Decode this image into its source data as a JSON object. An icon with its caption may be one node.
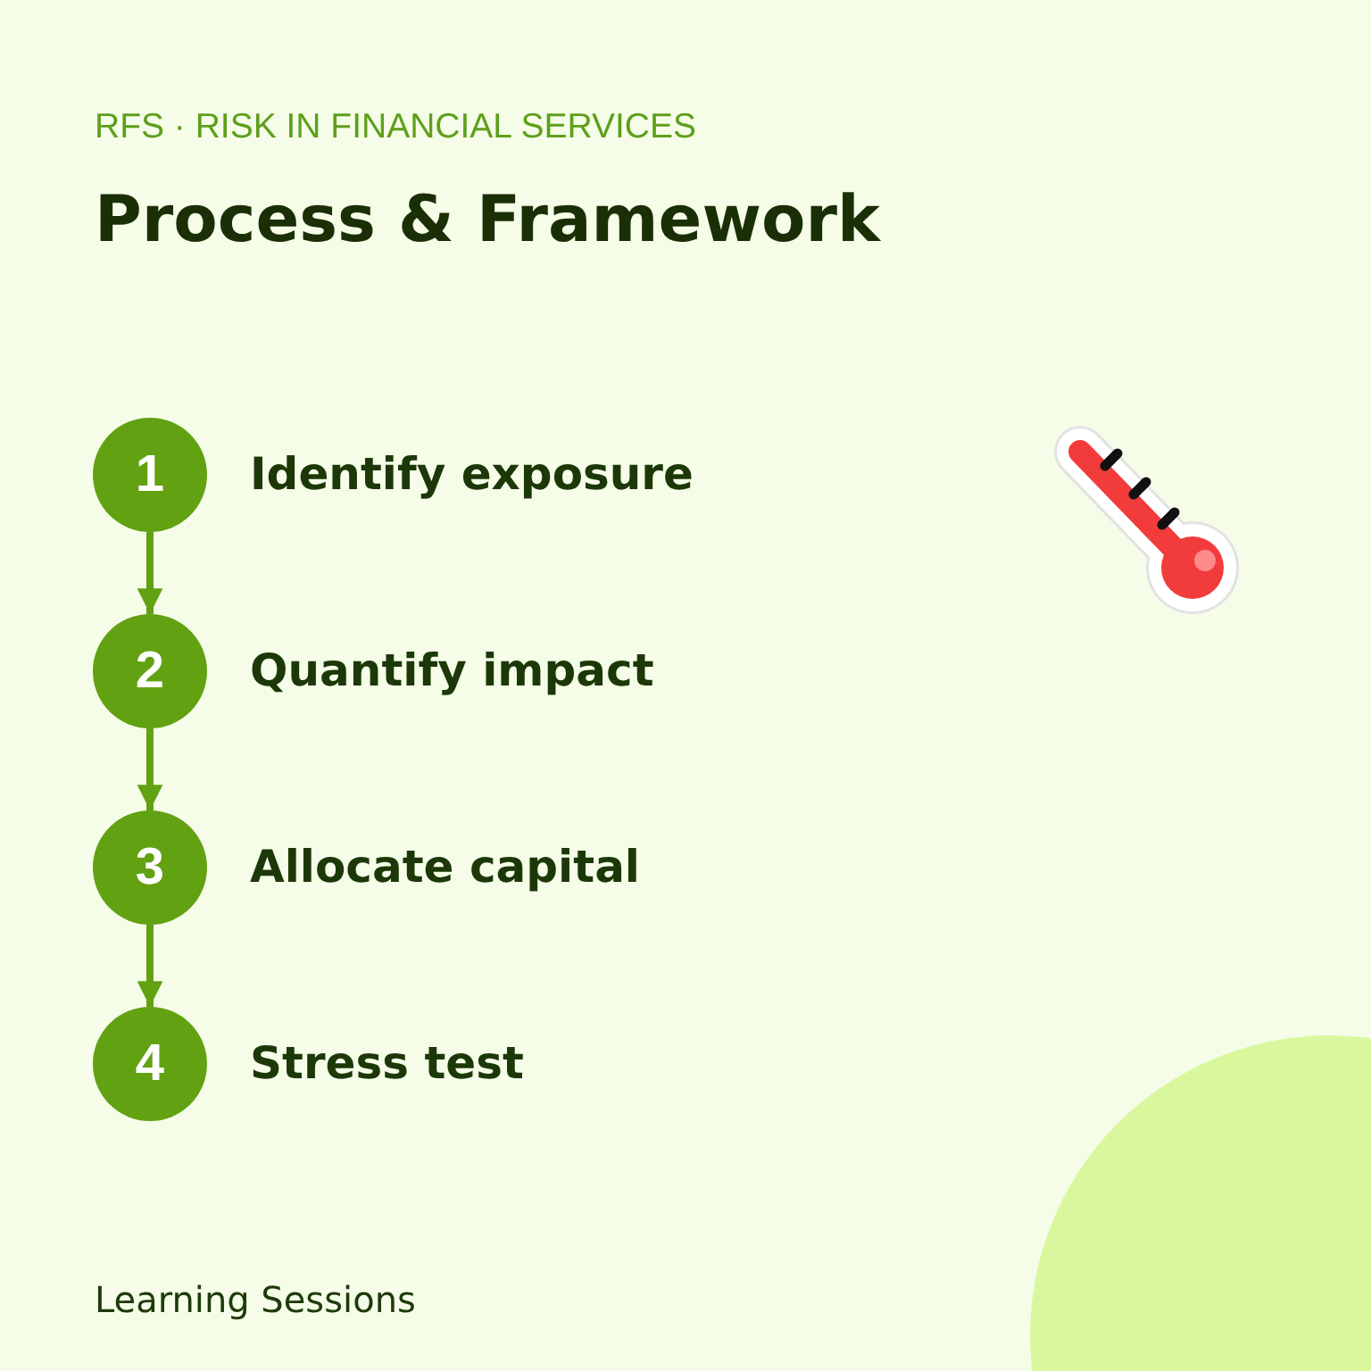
{
  "diagram": {
    "title": "Process & Framework",
    "nodes": [
      {
        "text": [
          "1"
        ],
        "beside": [
          "Identify exposure"
        ]
      },
      {
        "text": [
          "2"
        ],
        "beside": [
          "Quantify impact"
        ]
      },
      {
        "text": [
          "3"
        ],
        "beside": [
          "Allocate capital"
        ]
      },
      {
        "text": [
          "4"
        ],
        "beside": [
          "Stress test"
        ]
      }
    ],
    "edges": [
      {
        "from": 0,
        "to": 1,
        "arrow": "to"
      },
      {
        "from": 1,
        "to": 2,
        "arrow": "to"
      },
      {
        "from": 2,
        "to": 3,
        "arrow": "to"
      }
    ],
    "labels": [
      "RFS · RISK IN FINANCIAL SERVICES",
      "Learning Sessions"
    ]
  }
}
